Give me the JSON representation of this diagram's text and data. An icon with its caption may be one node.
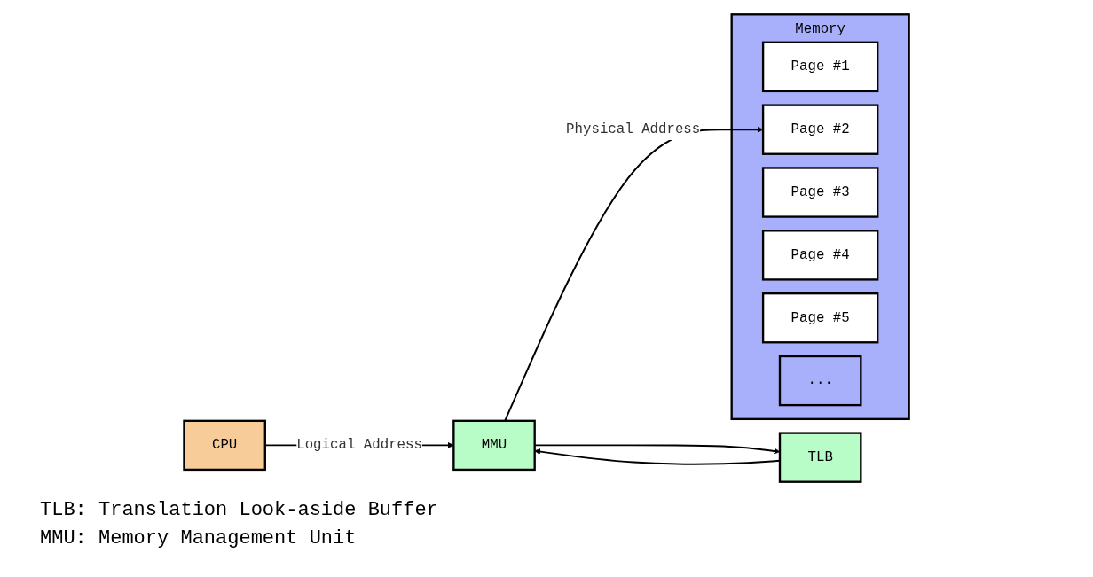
{
  "diagram": {
    "nodes": [
      {
        "text": [
          "CPU"
        ]
      },
      {
        "text": [
          "MMU"
        ]
      },
      {
        "text": [
          "TLB"
        ]
      },
      {
        "text": [
          "Memory"
        ]
      },
      {
        "text": [
          "Page #1"
        ],
        "in": 3
      },
      {
        "text": [
          "Page #2"
        ],
        "in": 3
      },
      {
        "text": [
          "Page #3"
        ],
        "in": 3
      },
      {
        "text": [
          "Page #4"
        ],
        "in": 3
      },
      {
        "text": [
          "Page #5"
        ],
        "in": 3
      },
      {
        "text": [
          "..."
        ],
        "in": 3
      }
    ],
    "edges": [
      {
        "from": 0,
        "to": 1,
        "arrow": "to",
        "label": "Logical Address"
      },
      {
        "from": 1,
        "to": 5,
        "arrow": "to",
        "label": "Physical Address"
      },
      {
        "from": 1,
        "to": 2,
        "arrow": "to"
      },
      {
        "from": 2,
        "to": 1,
        "arrow": "to"
      }
    ],
    "labels": [
      "TLB: Translation Look-aside Buffer",
      "MMU: Memory Management Unit"
    ]
  }
}
